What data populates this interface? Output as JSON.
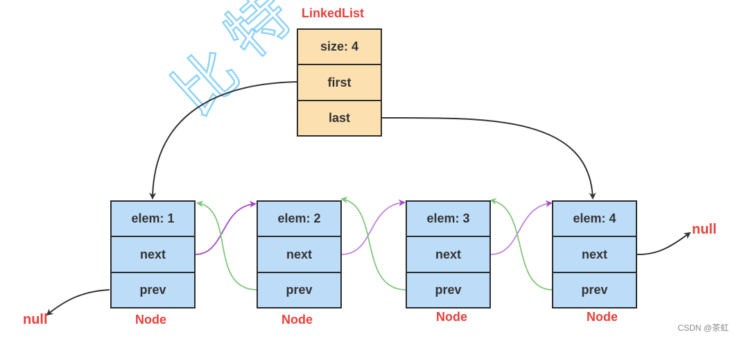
{
  "linked_list": {
    "title": "LinkedList",
    "fields": [
      "size: 4",
      "first",
      "last"
    ],
    "fill": "#fde0b0"
  },
  "nodes": [
    {
      "elem": "elem: 1",
      "next": "next",
      "prev": "prev",
      "label": "Node"
    },
    {
      "elem": "elem: 2",
      "next": "next",
      "prev": "prev",
      "label": "Node"
    },
    {
      "elem": "elem: 3",
      "next": "next",
      "prev": "prev",
      "label": "Node"
    },
    {
      "elem": "elem: 4",
      "next": "next",
      "prev": "prev",
      "label": "Node"
    }
  ],
  "null_left": "null",
  "null_right": "null",
  "background_text": "比特",
  "credit": "CSDN @茶虹",
  "colors": {
    "node_fill": "#bcdcf7",
    "label_red": "#e8403a",
    "next_arrow": "#a347c8",
    "prev_arrow": "#7fc77a",
    "main_arrow": "#333333",
    "background_text": "#8fd3f5"
  }
}
